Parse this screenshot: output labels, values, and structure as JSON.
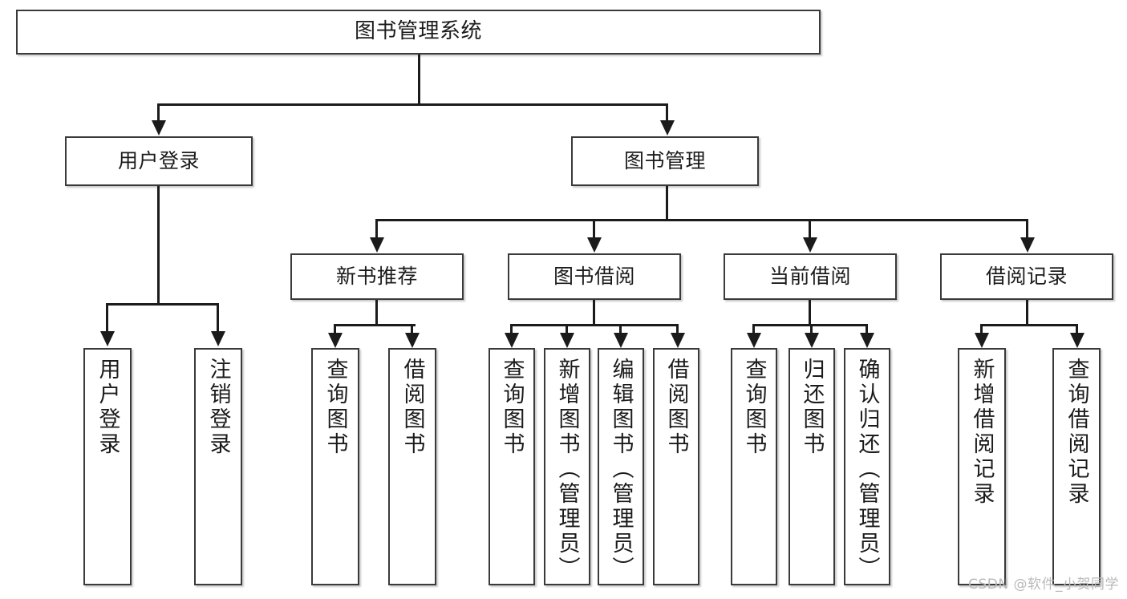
{
  "diagram": {
    "type": "tree-hierarchy",
    "title": "图书管理系统",
    "root": {
      "id": "root",
      "label": "图书管理系统",
      "level": 1
    },
    "level2": [
      {
        "id": "user-login",
        "label": "用户登录",
        "level": 2
      },
      {
        "id": "book-management",
        "label": "图书管理",
        "level": 2
      }
    ],
    "level3": [
      {
        "id": "new-book-recommend",
        "label": "新书推荐",
        "level": 3,
        "parent": "book-management"
      },
      {
        "id": "book-borrow",
        "label": "图书借阅",
        "level": 3,
        "parent": "book-management"
      },
      {
        "id": "current-borrow",
        "label": "当前借阅",
        "level": 3,
        "parent": "book-management"
      },
      {
        "id": "borrow-record",
        "label": "借阅记录",
        "level": 3,
        "parent": "book-management"
      }
    ],
    "leaves": [
      {
        "id": "leaf-user-login",
        "label": "用户登录",
        "parent": "user-login"
      },
      {
        "id": "leaf-logout",
        "label": "注销登录",
        "parent": "user-login"
      },
      {
        "id": "leaf-query-book-1",
        "label": "查询图书",
        "parent": "new-book-recommend"
      },
      {
        "id": "leaf-borrow-book-1",
        "label": "借阅图书",
        "parent": "new-book-recommend"
      },
      {
        "id": "leaf-query-book-2",
        "label": "查询图书",
        "parent": "book-borrow"
      },
      {
        "id": "leaf-add-book",
        "label": "新增图书（管理员）",
        "parent": "book-borrow"
      },
      {
        "id": "leaf-edit-book",
        "label": "编辑图书（管理员）",
        "parent": "book-borrow"
      },
      {
        "id": "leaf-borrow-book-2",
        "label": "借阅图书",
        "parent": "book-borrow"
      },
      {
        "id": "leaf-query-book-3",
        "label": "查询图书",
        "parent": "current-borrow"
      },
      {
        "id": "leaf-return-book",
        "label": "归还图书",
        "parent": "current-borrow"
      },
      {
        "id": "leaf-confirm-return",
        "label": "确认归还（管理员）",
        "parent": "current-borrow"
      },
      {
        "id": "leaf-add-record",
        "label": "新增借阅记录",
        "parent": "borrow-record"
      },
      {
        "id": "leaf-query-record",
        "label": "查询借阅记录",
        "parent": "borrow-record"
      }
    ],
    "colors": {
      "box_border": "#3a3a3a",
      "connector": "#1b1b1b",
      "background": "#ffffff",
      "watermark": "#b9b9b9"
    }
  },
  "watermark": {
    "text": "CSDN @软件_小贺同学"
  }
}
